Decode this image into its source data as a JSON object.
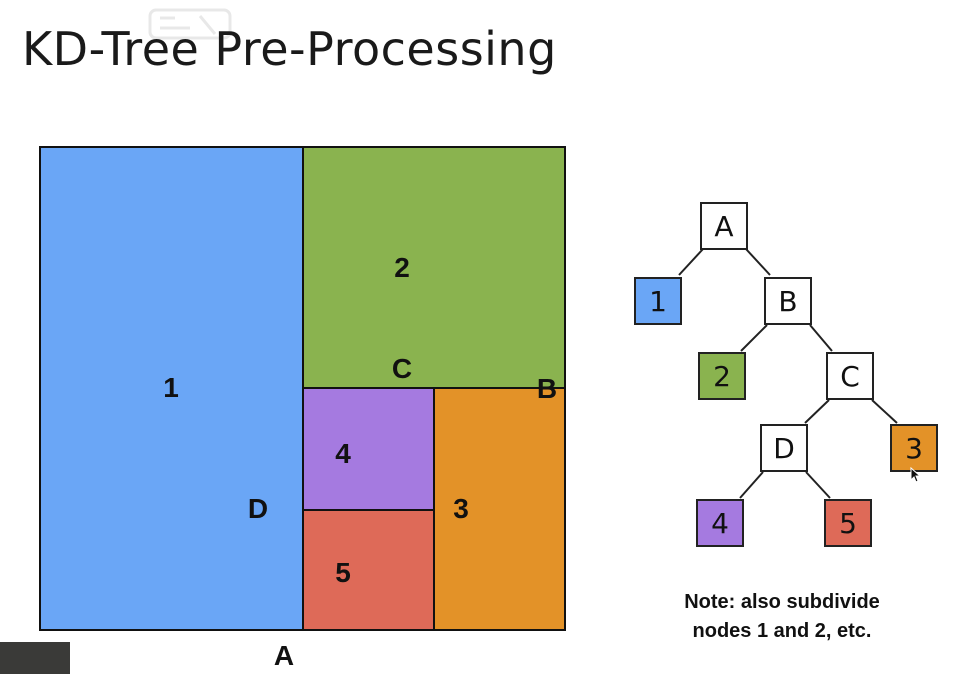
{
  "slide": {
    "title": "KD-Tree Pre-Processing",
    "note_line1": "Note: also subdivide",
    "note_line2": "nodes 1 and 2, etc."
  },
  "partition": {
    "regions": {
      "r1": {
        "label": "1",
        "color": "#6aa6f6"
      },
      "r2": {
        "label": "2",
        "color": "#8ab34f"
      },
      "r3": {
        "label": "3",
        "color": "#e39228"
      },
      "r4": {
        "label": "4",
        "color": "#a57ae0"
      },
      "r5": {
        "label": "5",
        "color": "#de6a58"
      }
    },
    "split_labels": {
      "A": "A",
      "B": "B",
      "C": "C",
      "D": "D"
    }
  },
  "tree": {
    "nodes": {
      "A": {
        "label": "A",
        "color": "#ffffff"
      },
      "n1": {
        "label": "1",
        "color": "#6aa6f6"
      },
      "B": {
        "label": "B",
        "color": "#ffffff"
      },
      "n2": {
        "label": "2",
        "color": "#8ab34f"
      },
      "C": {
        "label": "C",
        "color": "#ffffff"
      },
      "D": {
        "label": "D",
        "color": "#ffffff"
      },
      "n3": {
        "label": "3",
        "color": "#e39228"
      },
      "n4": {
        "label": "4",
        "color": "#a57ae0"
      },
      "n5": {
        "label": "5",
        "color": "#de6a58"
      }
    }
  }
}
